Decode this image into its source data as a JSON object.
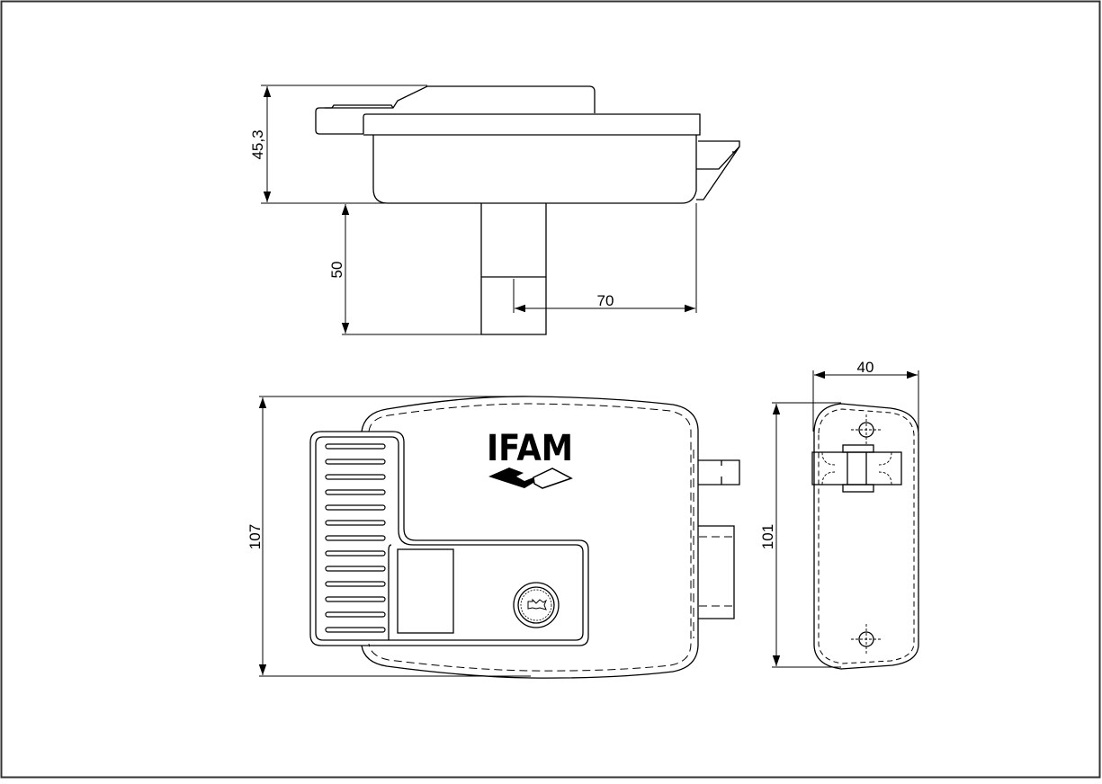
{
  "drawing": {
    "brand": "IFAM",
    "colors": {
      "line": "#000000",
      "background": "#ffffff",
      "frame": "#333333"
    },
    "views": {
      "top": {
        "dimensions": {
          "height": "45,3",
          "cylinder_length": "50",
          "backset": "70"
        }
      },
      "front": {
        "dimensions": {
          "height": "107"
        },
        "logo_label": "IFAM",
        "handle_grip_slot_count": 13,
        "icons": [
          "logo-icon",
          "keyhole-cylinder-icon"
        ]
      },
      "side": {
        "dimensions": {
          "width": "40",
          "height": "101"
        },
        "icons": [
          "mounting-hole-icon",
          "mounting-hole-icon"
        ]
      }
    }
  }
}
